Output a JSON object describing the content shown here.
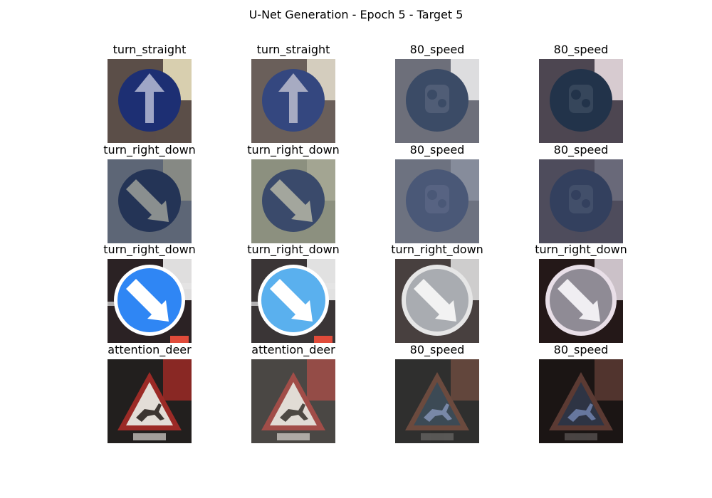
{
  "figure": {
    "title": "U-Net Generation - Epoch 5 - Target 5"
  },
  "grid": {
    "rows": [
      {
        "cells": [
          {
            "label": "turn_straight",
            "icon": "arrow-up-sign",
            "sign": "blue_circle",
            "bg": "#5b4e48",
            "plate": "#1d2f73",
            "glyph": "#9fa6c6",
            "light": "#efe6c2"
          },
          {
            "label": "turn_straight",
            "icon": "arrow-up-sign",
            "sign": "blue_circle",
            "bg": "#6a5f5a",
            "plate": "#34477f",
            "glyph": "#a7abc2",
            "light": "#e6e0d0"
          },
          {
            "label": "80_speed",
            "icon": "speed-80-sign-faded",
            "sign": "speed_faded",
            "bg": "#6d6f7a",
            "plate": "#3b4b66",
            "glyph": "#56627a",
            "light": "#f1f1f1"
          },
          {
            "label": "80_speed",
            "icon": "speed-80-sign-faded",
            "sign": "speed_faded",
            "bg": "#4d4651",
            "plate": "#22334a",
            "glyph": "#3c4b5f",
            "light": "#f0e3e6"
          }
        ]
      },
      {
        "cells": [
          {
            "label": "turn_right_down",
            "icon": "arrow-down-right-sign",
            "sign": "blue_circle_dr",
            "bg": "#5d6676",
            "plate": "#243456",
            "glyph": "#8a8f8f",
            "light": "#8d8f87"
          },
          {
            "label": "turn_right_down",
            "icon": "arrow-down-right-sign",
            "sign": "blue_circle_dr",
            "bg": "#8c907f",
            "plate": "#3a4a6b",
            "glyph": "#a3a69d",
            "light": "#a7a995"
          },
          {
            "label": "80_speed",
            "icon": "speed-80-sign-faded",
            "sign": "speed_faded",
            "bg": "#6d7280",
            "plate": "#4a5877",
            "glyph": "#5a6685",
            "light": "#8b90a0"
          },
          {
            "label": "80_speed",
            "icon": "speed-80-sign-faded",
            "sign": "speed_faded",
            "bg": "#4e4c5c",
            "plate": "#33405e",
            "glyph": "#46526d",
            "light": "#6f6e7e"
          }
        ]
      },
      {
        "cells": [
          {
            "label": "turn_right_down",
            "icon": "arrow-down-right-sign",
            "sign": "blue_circle_bright",
            "bg": "#2b2224",
            "plate": "#2f86f4",
            "glyph": "#ffffff",
            "light": "#ffffff"
          },
          {
            "label": "turn_right_down",
            "icon": "arrow-down-right-sign",
            "sign": "blue_circle_bright",
            "bg": "#3a3536",
            "plate": "#5ab0ee",
            "glyph": "#ffffff",
            "light": "#ffffff"
          },
          {
            "label": "turn_right_down",
            "icon": "arrow-down-right-sign",
            "sign": "grey_circle",
            "bg": "#48403f",
            "plate": "#a9acb1",
            "glyph": "#f2f2f2",
            "light": "#e6e6e6"
          },
          {
            "label": "turn_right_down",
            "icon": "arrow-down-right-sign",
            "sign": "grey_circle",
            "bg": "#241818",
            "plate": "#8f8b95",
            "glyph": "#f0eef2",
            "light": "#e9dfe8"
          }
        ]
      },
      {
        "cells": [
          {
            "label": "attention_deer",
            "icon": "deer-warning-sign",
            "sign": "triangle",
            "bg": "#221f1e",
            "plate": "#e3ddd7",
            "glyph": "#2a2420",
            "light": "#9b2a26"
          },
          {
            "label": "attention_deer",
            "icon": "deer-warning-sign",
            "sign": "triangle",
            "bg": "#4a4744",
            "plate": "#e1dcd5",
            "glyph": "#3d3833",
            "light": "#a14d48"
          },
          {
            "label": "80_speed",
            "icon": "speed-80-sign-faded",
            "sign": "triangle_faded",
            "bg": "#2f2f2e",
            "plate": "#3c4a55",
            "glyph": "#7f8fb0",
            "light": "#6b4a3e"
          },
          {
            "label": "80_speed",
            "icon": "speed-80-sign-faded",
            "sign": "triangle_faded",
            "bg": "#1b1514",
            "plate": "#2e3444",
            "glyph": "#6e7ea8",
            "light": "#5b3a33"
          }
        ]
      }
    ]
  }
}
